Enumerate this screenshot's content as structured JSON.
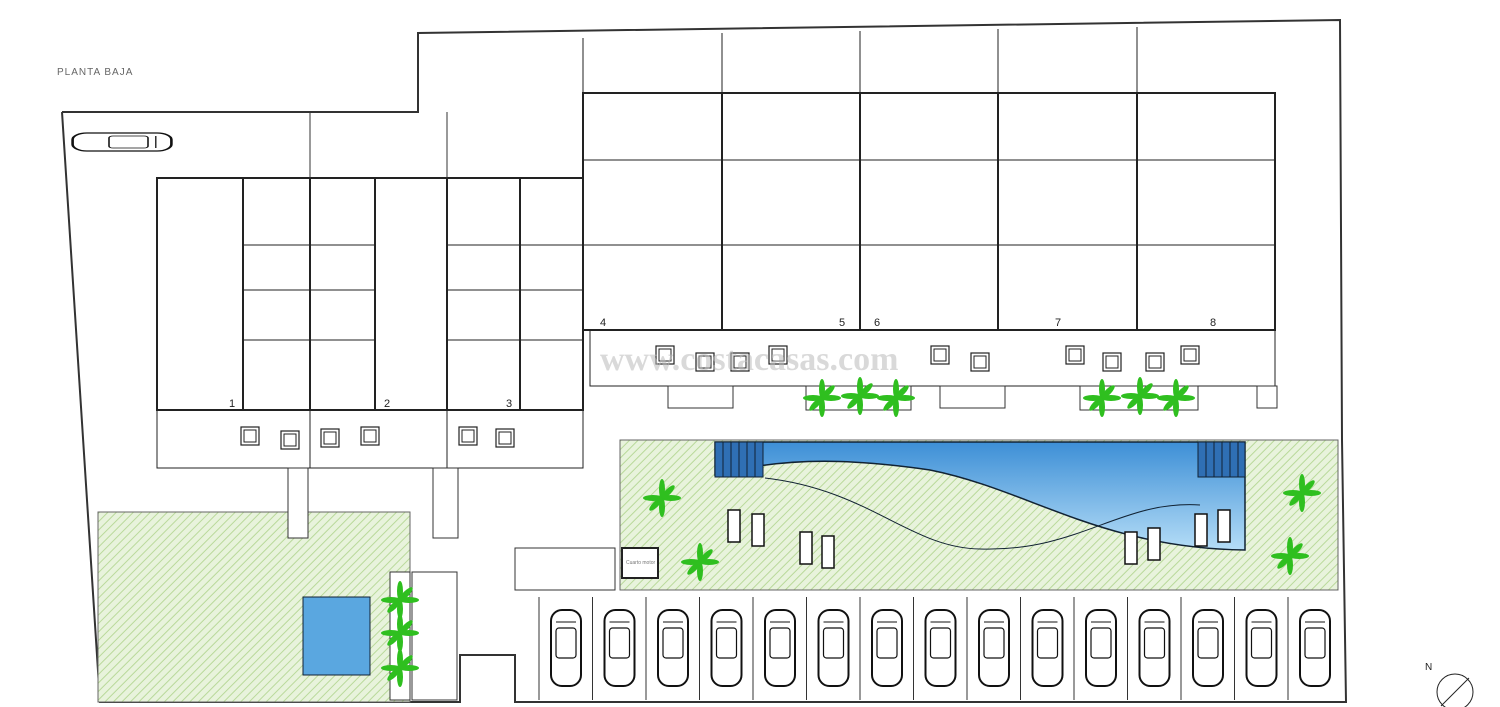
{
  "plan": {
    "title": "PLANTA BAJA",
    "watermark": "www.costacasas.com",
    "unit_numbers": [
      "1",
      "2",
      "3",
      "4",
      "5",
      "6",
      "7",
      "8"
    ],
    "pump_room_label": "Cuarto motor",
    "parking_spaces": 15,
    "colors": {
      "lawn": "#e6f2d8",
      "lawn_hatch": "#b9d99a",
      "pool": "#5aa7e0",
      "pool_light": "#a9d6f5",
      "palm": "#2fbf1f",
      "line": "#333333"
    },
    "compass": "N"
  }
}
